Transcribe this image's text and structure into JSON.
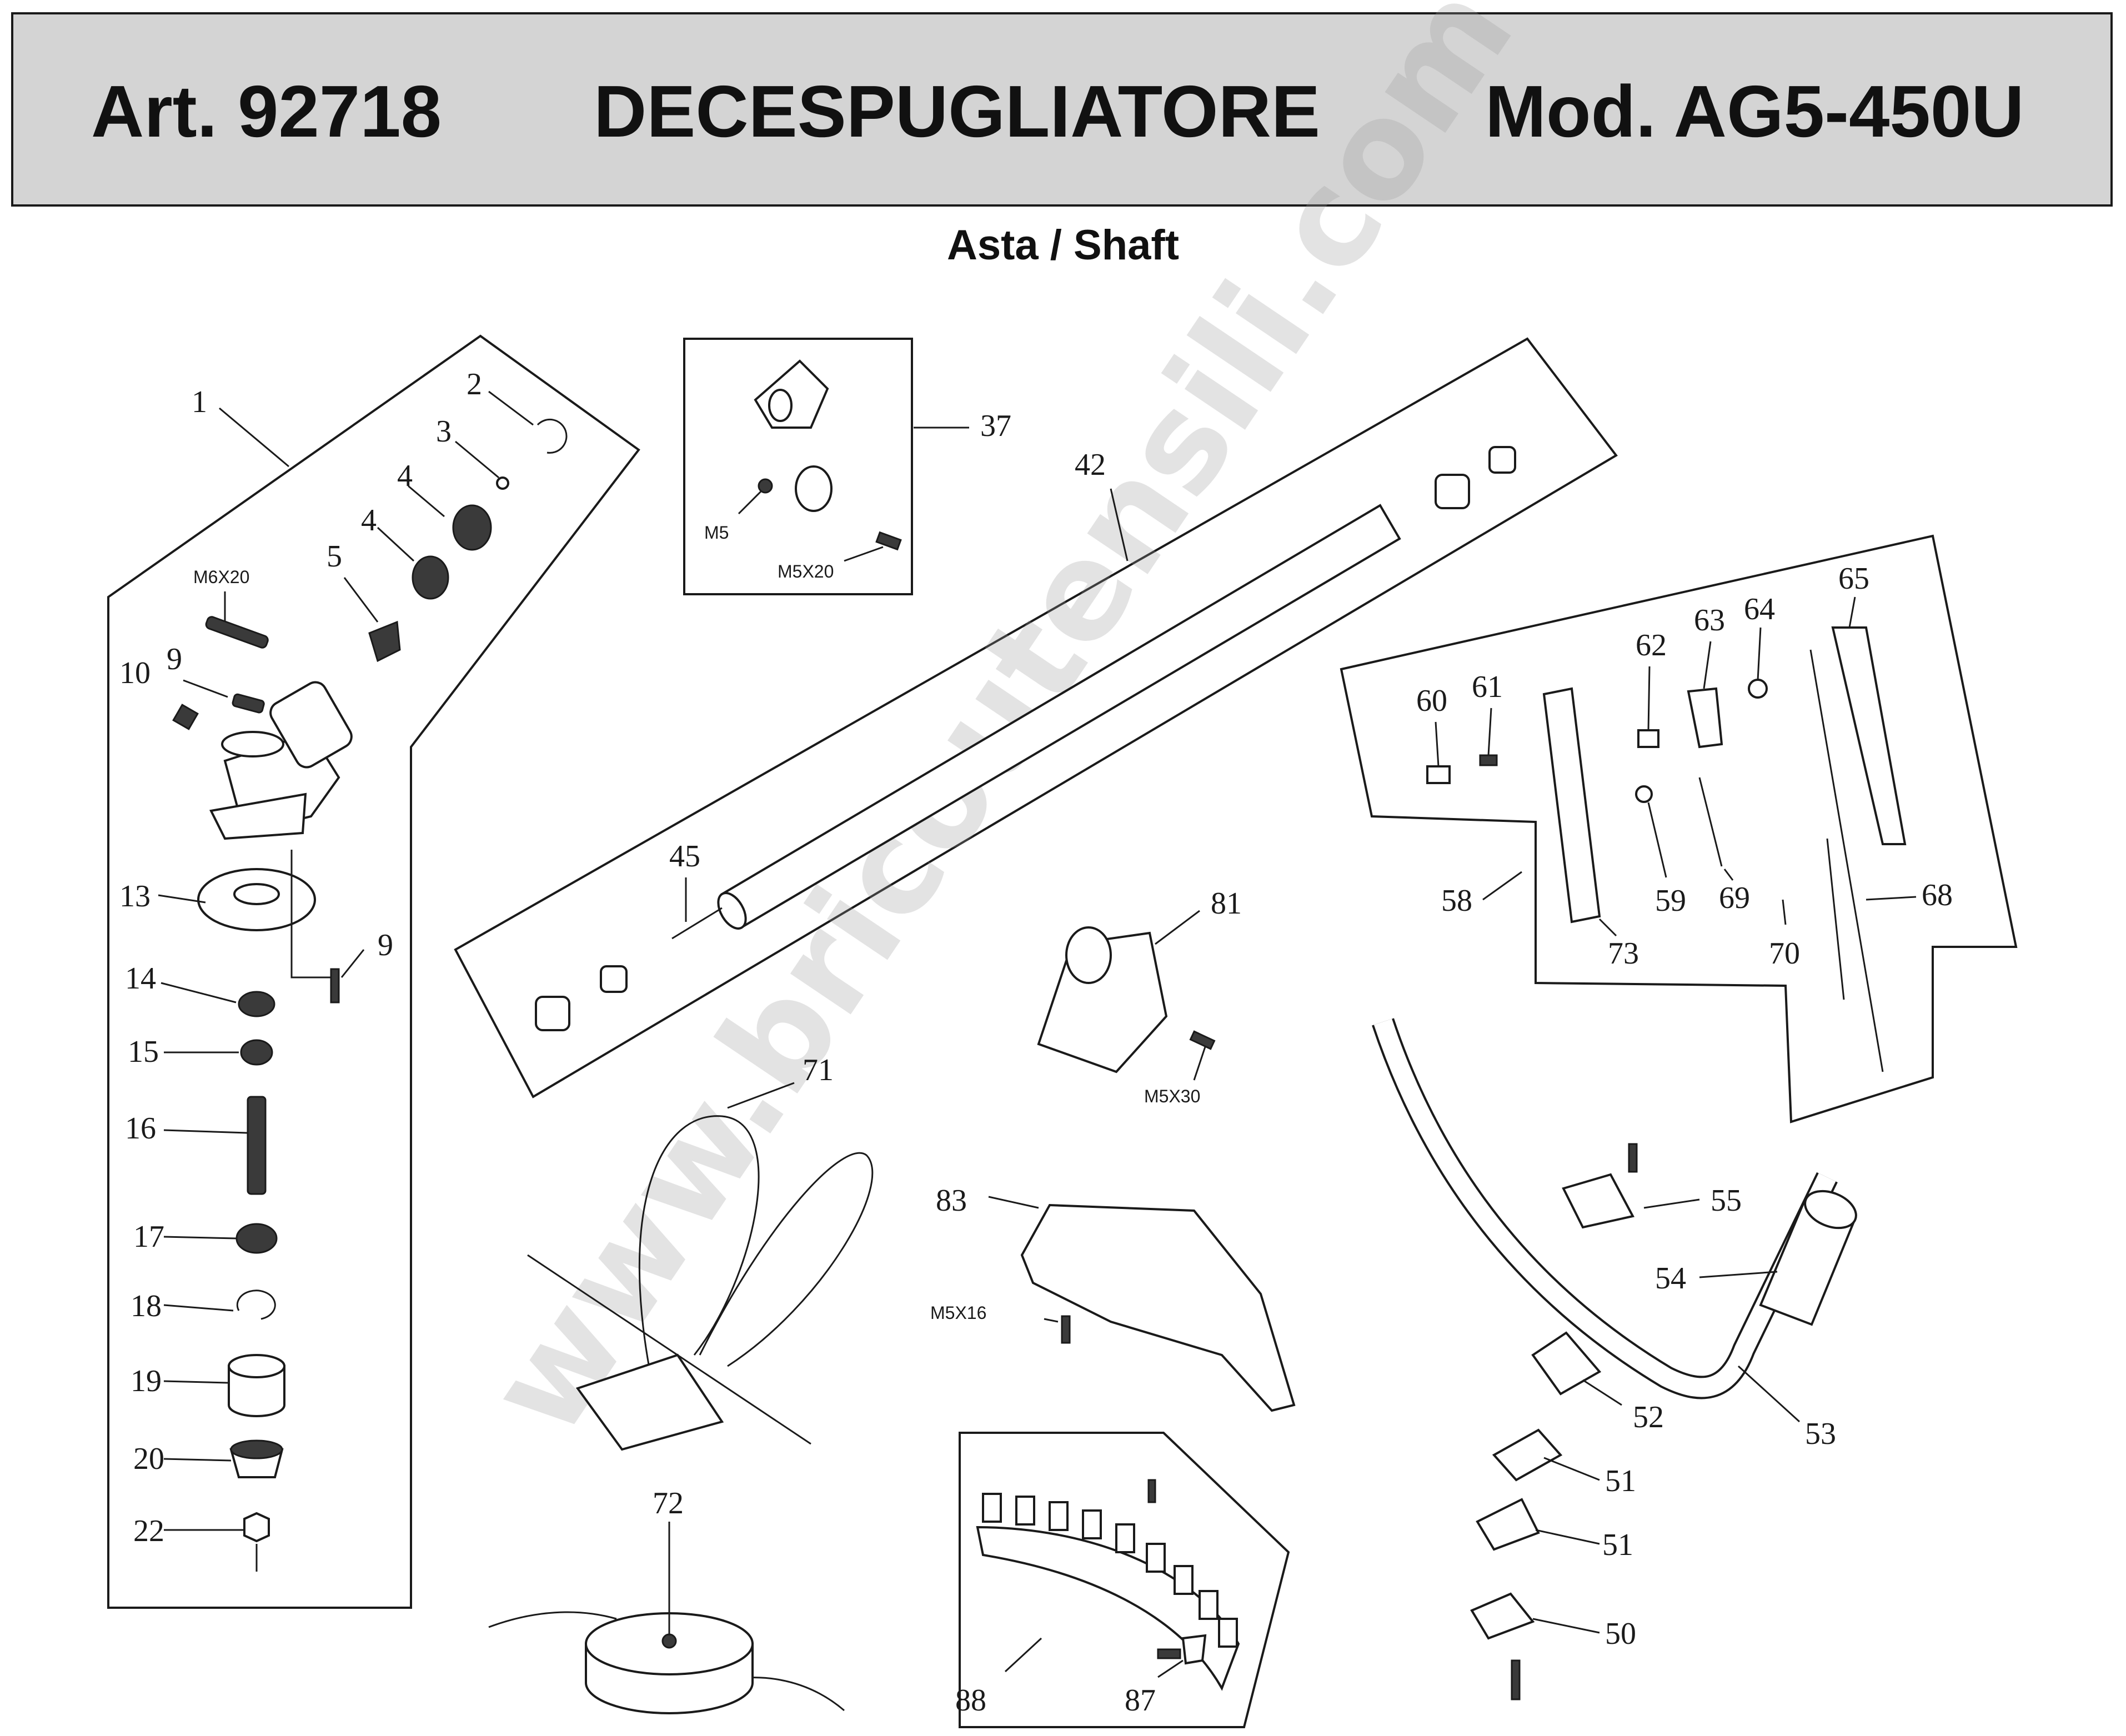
{
  "header": {
    "article": "Art. 92718",
    "product": "DECESPUGLIATORE",
    "model": "Mod. AG5-450U"
  },
  "subtitle": "Asta / Shaft",
  "watermark": "www.bricoutensili.com",
  "colors": {
    "header_background": "#d4d4d4",
    "line": "#1a1a1a",
    "watermark": "#9a9a9a"
  },
  "callouts": {
    "p1": "1",
    "p2": "2",
    "p3": "3",
    "p4a": "4",
    "p4b": "4",
    "p5": "5",
    "p9a": "9",
    "p9b": "9",
    "p10": "10",
    "p13": "13",
    "p14": "14",
    "p15": "15",
    "p16": "16",
    "p17": "17",
    "p18": "18",
    "p19": "19",
    "p20": "20",
    "p22": "22",
    "p37": "37",
    "p42": "42",
    "p45": "45",
    "p50": "50",
    "p51a": "51",
    "p51b": "51",
    "p52": "52",
    "p53": "53",
    "p54": "54",
    "p55": "55",
    "p58": "58",
    "p59": "59",
    "p60": "60",
    "p61": "61",
    "p62": "62",
    "p63": "63",
    "p64": "64",
    "p65": "65",
    "p68": "68",
    "p69": "69",
    "p70": "70",
    "p71": "71",
    "p72": "72",
    "p73": "73",
    "p81": "81",
    "p83": "83",
    "p87": "87",
    "p88": "88"
  },
  "fasteners": {
    "m6x20": "M6X20",
    "m5": "M5",
    "m5x20": "M5X20",
    "m5x30": "M5X30",
    "m5x16": "M5X16"
  }
}
